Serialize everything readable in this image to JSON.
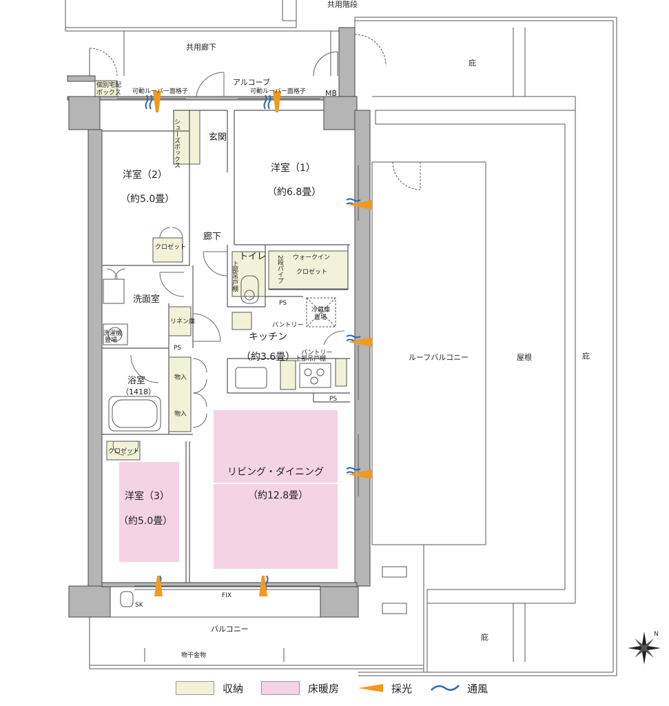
{
  "labels": {
    "kyoyo_kaidan": "共用階段",
    "kyoyo_roka": "共用廊下",
    "hisashi_top": "庇",
    "hisashi_right": "庇",
    "hisashi_bottom": "庇",
    "alcove": "アルコーブ",
    "mb": "MB",
    "takuhai_1": "個別宅配",
    "takuhai_2": "ボックス",
    "louver_left": "可動ルーバー面格子",
    "louver_right": "可動ルーバー面格子",
    "shoes_box": "シューズボックス",
    "genkan": "玄関",
    "room2_name": "洋室（2）",
    "room2_size": "（約5.0畳）",
    "room1_name": "洋室（1）",
    "room1_size": "（約6.8畳）",
    "closet_1": "クロゼット",
    "roka": "廊下",
    "toilet": "トイレ",
    "toilet_cabinet": "上部吊戸棚",
    "walkin_1": "ウォークイン",
    "walkin_2": "クロゼット",
    "walkin_pipe": "2段パイプ",
    "senmen": "洗面室",
    "linen": "リネン庫",
    "ps_1": "PS",
    "ps_2": "PS",
    "ps_3": "PS",
    "reizoko_1": "冷蔵庫",
    "reizoko_2": "置場",
    "pantry_1": "パントリー",
    "sentakuki_1": "洗濯機",
    "sentakuki_2": "置場",
    "kitchen_name": "キッチン",
    "kitchen_size": "（約3.6畳）",
    "pantry_2": "パントリー",
    "kitchen_cabinet": "上部吊戸棚",
    "roof_balcony": "ルーフバルコニー",
    "okune": "屋根",
    "bath_name": "浴室",
    "bath_size": "（1418）",
    "monoire_1": "物入",
    "monoire_2": "物入",
    "closet_2": "クロゼット",
    "living_name": "リビング・ダイニング",
    "living_size": "（約12.8畳）",
    "room3_name": "洋室（3）",
    "room3_size": "（約5.0畳）",
    "fix": "FIX",
    "sk": "SK",
    "balcony": "バルコニー",
    "monohoshi": "物干金物"
  },
  "legend": {
    "storage": "収納",
    "floor_heating": "床暖房",
    "lighting": "採光",
    "ventilation": "通風"
  },
  "colors": {
    "storage": "#f2f2d8",
    "floor_heating": "#f4d3e4",
    "lighting_arrow": "#f29a1d",
    "ventilation_arrow": "#2a64b4",
    "wall": "#b5b5b5"
  },
  "icons": {
    "compass": "compass-icon"
  }
}
